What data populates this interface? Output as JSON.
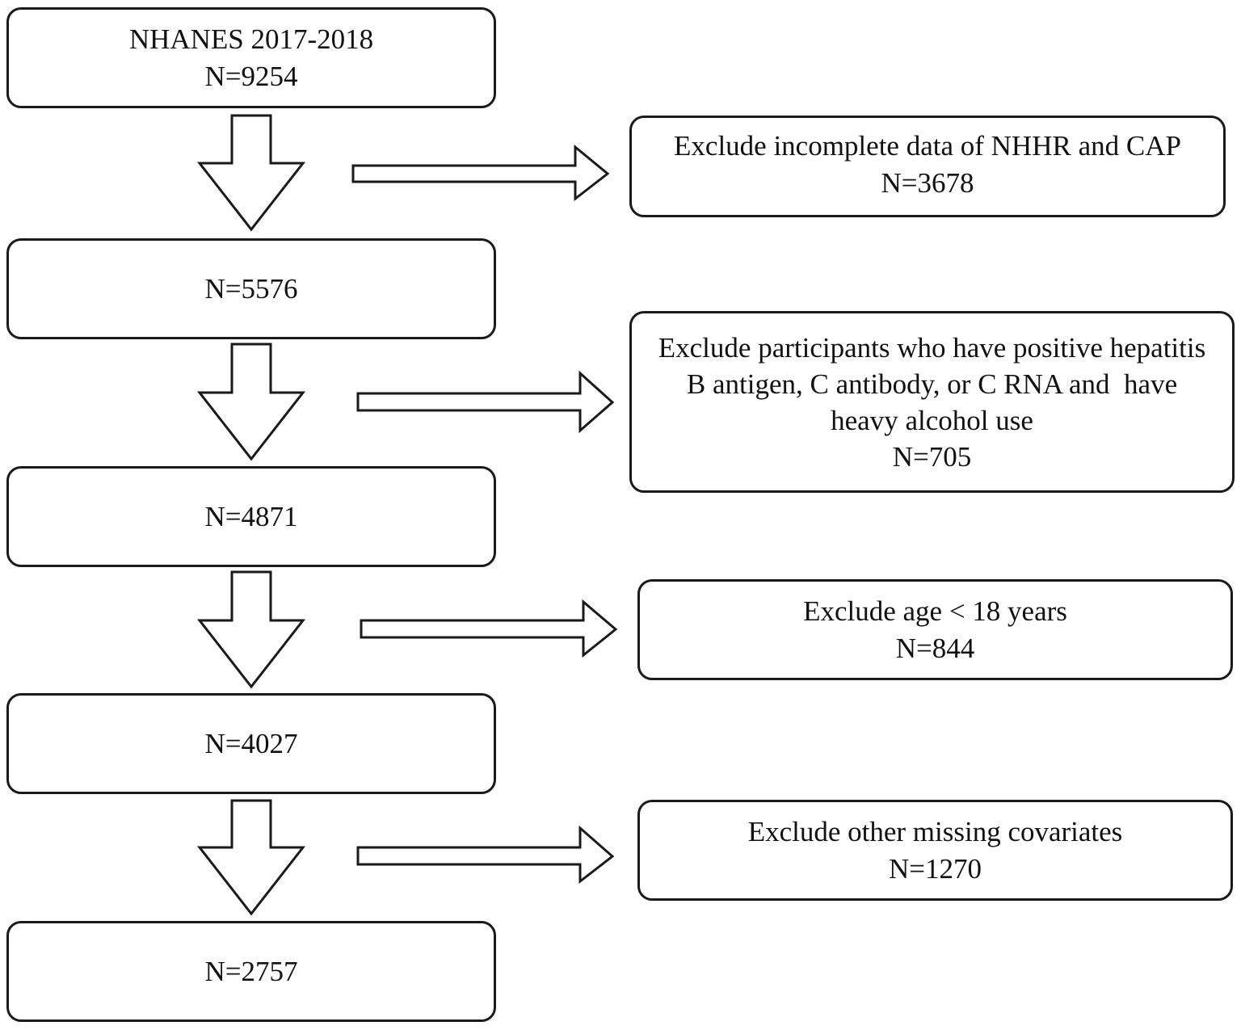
{
  "main_boxes": [
    {
      "lines": [
        "NHANES 2017-2018",
        "N=9254"
      ]
    },
    {
      "lines": [
        "N=5576"
      ]
    },
    {
      "lines": [
        "N=4871"
      ]
    },
    {
      "lines": [
        "N=4027"
      ]
    },
    {
      "lines": [
        "N=2757"
      ]
    }
  ],
  "exclusion_boxes": [
    {
      "lines": [
        "Exclude incomplete data of NHHR and CAP",
        "N=3678"
      ]
    },
    {
      "lines": [
        "Exclude participants who have positive hepatitis",
        "B antigen, C antibody, or C RNA and  have",
        "heavy alcohol use",
        "N=705"
      ]
    },
    {
      "lines": [
        "Exclude age < 18 years",
        "N=844"
      ]
    },
    {
      "lines": [
        "Exclude other missing covariates",
        "N=1270"
      ]
    }
  ]
}
